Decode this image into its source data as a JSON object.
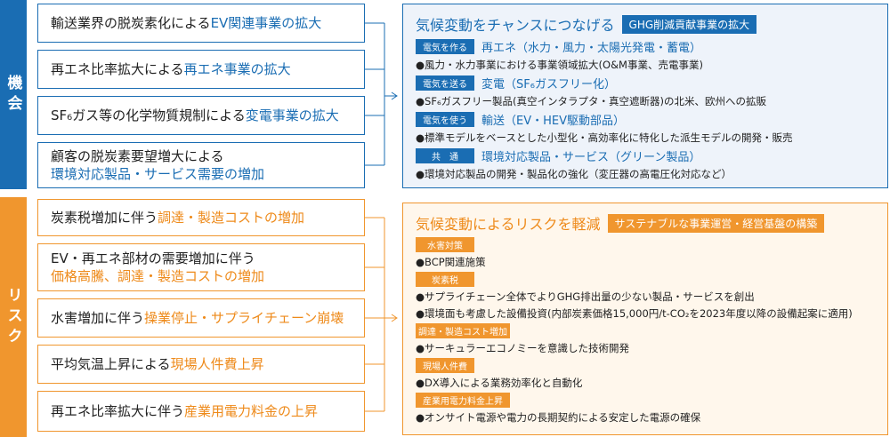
{
  "colors": {
    "blue": "#1a6db3",
    "orange": "#f0962e"
  },
  "categories": {
    "opportunity": "機会",
    "risk": "リスク"
  },
  "opportunities": [
    {
      "plain": "輸送業界の脱炭素化による",
      "highlight": "EV関連事業の拡大"
    },
    {
      "plain": "再エネ比率拡大による",
      "highlight": "再エネ事業の拡大"
    },
    {
      "plain": "SF₆ガス等の化学物質規制による",
      "highlight": "変電事業の拡大"
    },
    {
      "plain": "顧客の脱炭素要望増大による",
      "highlight": "環境対応製品・サービス需要の増加"
    }
  ],
  "risks": [
    {
      "plain": "炭素税増加に伴う",
      "highlight": "調達・製造コストの増加"
    },
    {
      "plain": "EV・再エネ部材の需要増加に伴う",
      "highlight": "価格高騰、調達・製造コストの増加"
    },
    {
      "plain": "水害増加に伴う",
      "highlight": "操業停止・サプライチェーン崩壊"
    },
    {
      "plain": "平均気温上昇による",
      "highlight": "現場人件費上昇"
    },
    {
      "plain": "再エネ比率拡大に伴う",
      "highlight": "産業用電力料金の上昇"
    }
  ],
  "opp_panel": {
    "title": "気候変動をチャンスにつなげる",
    "tag": "GHG削減貢献事業の拡大",
    "items": [
      {
        "pill": "電気を作る",
        "sub": "再エネ（水力・風力・太陽光発電・蓄電）",
        "bullet": "●風力・水力事業における事業領域拡大(O&M事業、売電事業)"
      },
      {
        "pill": "電気を送る",
        "sub": "変電（SF₆ガスフリー化）",
        "bullet": "●SF₆ガスフリー製品(真空インタラプタ・真空遮断器)の北米、欧州への拡販"
      },
      {
        "pill": "電気を使う",
        "sub": "輸送（EV・HEV駆動部品）",
        "bullet": "●標準モデルをベースとした小型化・高効率化に特化した派生モデルの開発・販売"
      },
      {
        "pill": "共　通",
        "sub": "環境対応製品・サービス（グリーン製品）",
        "bullet": "●環境対応製品の開発・製品化の強化（変圧器の高電圧化対応など）"
      }
    ]
  },
  "risk_panel": {
    "title": "気候変動によるリスクを軽減",
    "tag": "サステナブルな事業運営・経営基盤の構築",
    "items": [
      {
        "pill": "水害対策",
        "bullets": [
          "●BCP関連施策"
        ]
      },
      {
        "pill": "炭素税",
        "bullets": [
          "●サプライチェーン全体でよりGHG排出量の少ない製品・サービスを創出",
          "●環境面も考慮した設備投資(内部炭素価格15,000円/t-CO₂を2023年度以降の設備起案に適用)"
        ]
      },
      {
        "pill": "調達・製造コスト増加",
        "bullets": [
          "●サーキュラーエコノミーを意識した技術開発"
        ]
      },
      {
        "pill": "現場人件費",
        "bullets": [
          "●DX導入による業務効率化と自動化"
        ]
      },
      {
        "pill": "産業用電力料金上昇",
        "bullets": [
          "●オンサイト電源や電力の長期契約による安定した電源の確保"
        ]
      }
    ]
  }
}
